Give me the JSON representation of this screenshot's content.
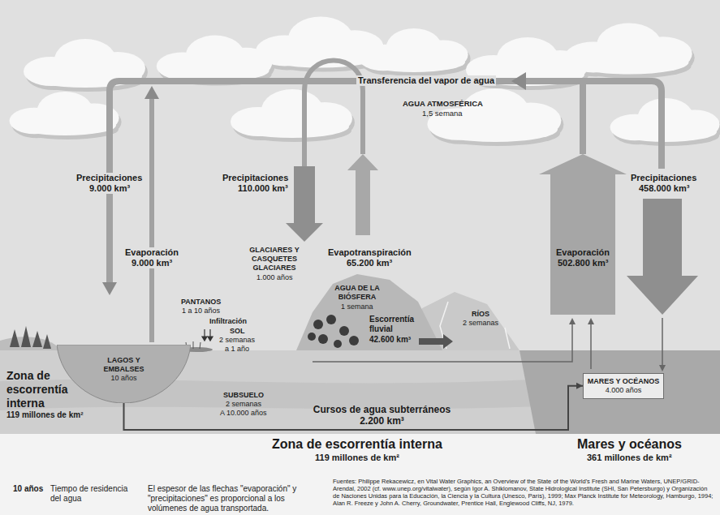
{
  "diagram": {
    "nodes": [
      {
        "text": [
          "LAGOS Y EMBALSES",
          "10 años"
        ]
      },
      {
        "text": [
          "MARES Y OCÉANOS",
          "4.000 años"
        ]
      }
    ],
    "edges": [
      {
        "from": 0,
        "to": 1,
        "arrow": "to",
        "label": "Cursos de agua subterráneos 2.200 km³"
      }
    ],
    "labels": [
      "Transferencia del vapor de agua",
      "AGUA ATMOSFÉRICA",
      "1,5 semana",
      "Precipitaciones",
      "9.000 km³",
      "Evaporación",
      "9.000 km³",
      "Precipitaciones",
      "110.000 km³",
      "Evapotranspiración",
      "65.200 km³",
      "GLACIARES Y CASQUETES GLACIARES",
      "1.000 años",
      "Evaporación",
      "502.800 km³",
      "Precipitaciones",
      "458.000 km³",
      "PANTANOS",
      "1 a 10 años",
      "Infiltración",
      "SOL",
      "2 semanas",
      "a 1 año",
      "AGUA DE LA BIÓSFERA",
      "1 semana",
      "Escorrentía fluvial",
      "42.600 km³",
      "RÍOS",
      "2 semanas",
      "Zona de escorrentía interna",
      "119 millones de km²",
      "SUBSUELO",
      "2 semanas",
      "A 10.000 años",
      "Zona de escorrentía interna",
      "119 millones de km²",
      "Mares y océanos",
      "361 millones de km²",
      "10 años",
      "Tiempo de residencia del agua",
      "El espesor de las flechas \"evaporación\" y \"precipitaciones\" es proporcional a los volúmenes de agua transportada.",
      "Fuentes: Philippe Rekacewicz, en Vital Water Graphics, an Overview of the State of the World's Fresh and Marine Waters, UNEP/GRID-Arendal, 2002 (cf. www.unep.org/vitalwater), según Igor A. Shiklomanov, State Hidrological Institute (SHI, San Petersburgo) y Organización de Naciones Unidas para la Educación, la Ciencia y la Cultura (Unesco, París), 1999; Max Planck Institute for Meteorology, Hamburgo, 1994; Alan R. Freeze y John A. Cherry, Groundwater, Prentice Hall, Englewood Cliffs, NJ, 1979."
    ]
  }
}
